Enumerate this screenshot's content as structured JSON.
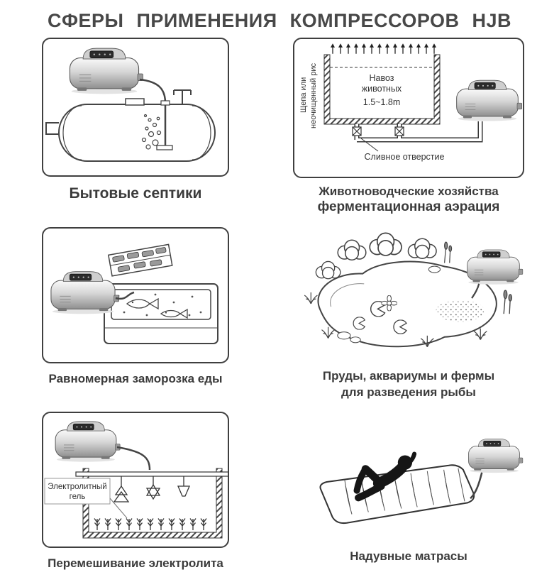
{
  "title": "СФЕРЫ ПРИМЕНЕНИЯ КОМПРЕССОРОВ HJB",
  "panels": [
    {
      "id": "septic",
      "caption": "Бытовые септики"
    },
    {
      "id": "farm",
      "caption_line1": "Животноводческие хозяйства",
      "caption_line2": "ферментационная аэрация",
      "labels": {
        "manure_line1": "Навоз",
        "manure_line2": "животных",
        "depth": "1.5~1.8m",
        "side_line1": "Щепа или",
        "side_line2": "неочищенный рис",
        "drain": "Сливное отверстие"
      }
    },
    {
      "id": "freezing",
      "caption": "Равномерная заморозка еды"
    },
    {
      "id": "pond",
      "caption_line1": "Пруды, аквариумы и фермы",
      "caption_line2": "для разведения рыбы"
    },
    {
      "id": "electrolyte",
      "caption": "Перемешивание электролита",
      "labels": {
        "gel_line1": "Электролитный",
        "gel_line2": "гель"
      }
    },
    {
      "id": "mattress",
      "caption": "Надувные матрасы"
    }
  ]
}
